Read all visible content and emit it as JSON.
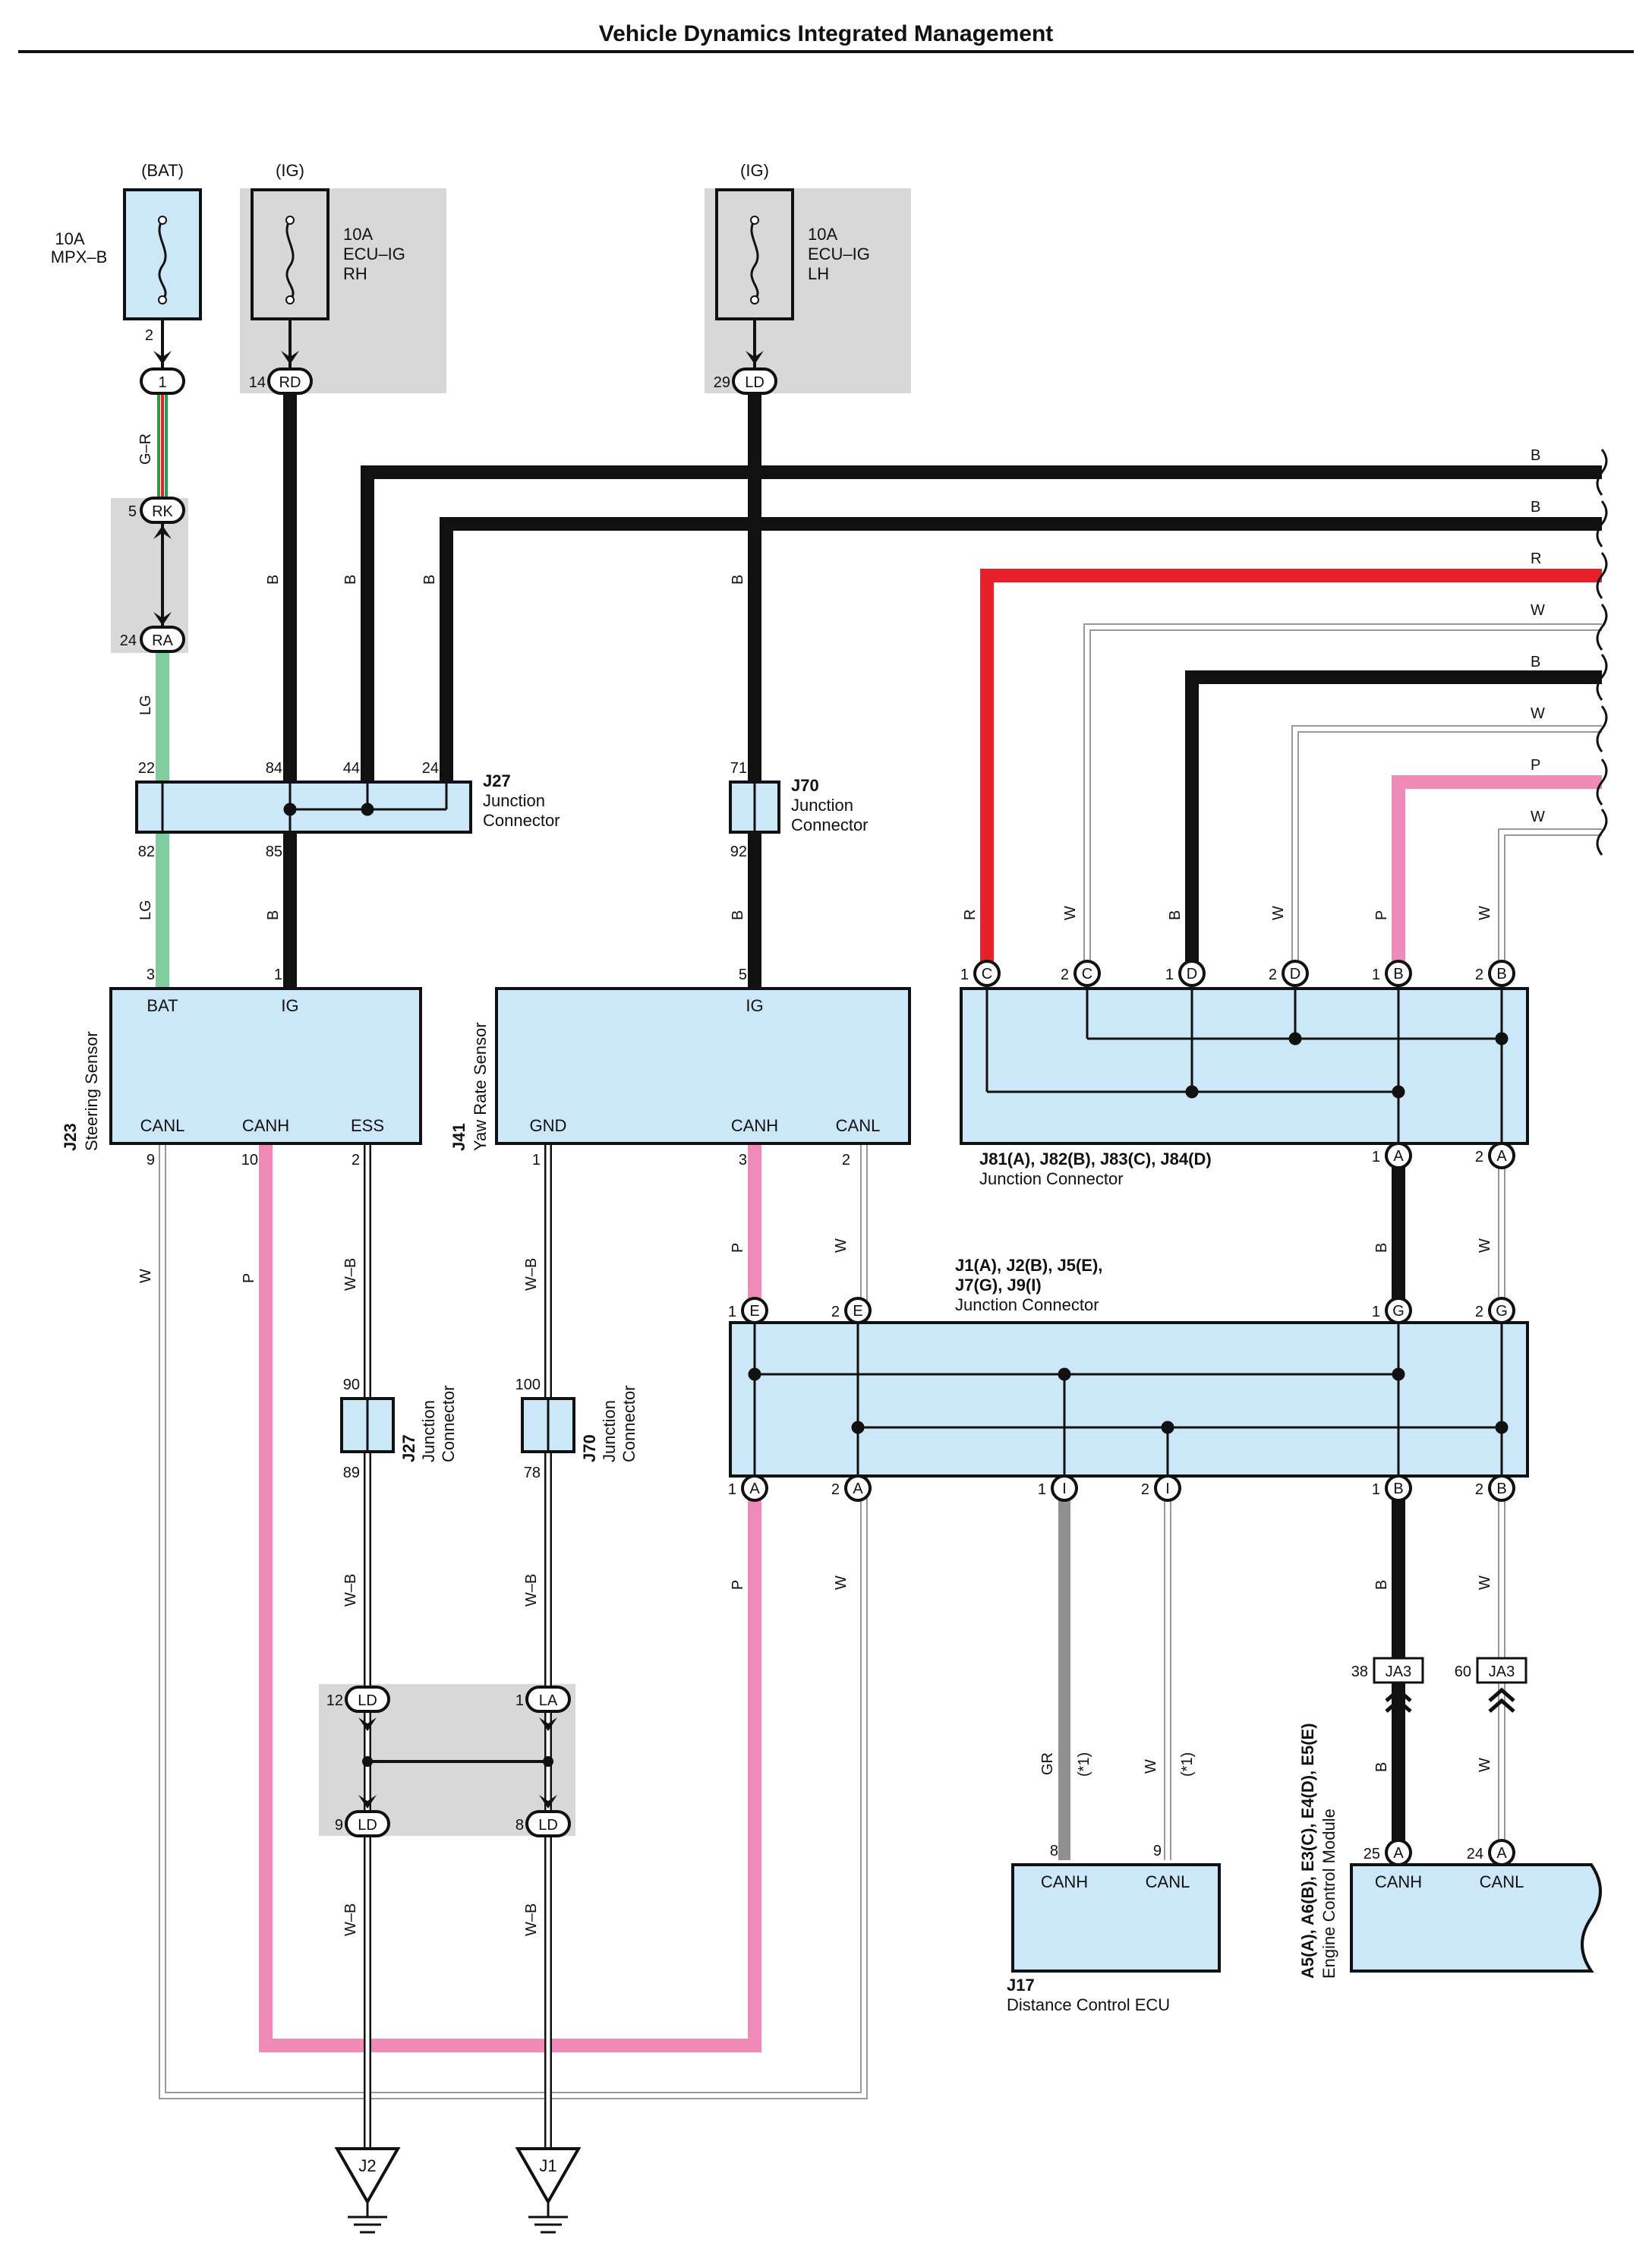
{
  "title": "Vehicle Dynamics Integrated Management",
  "fuses": {
    "bat_source": "(BAT)",
    "ig_source": "(IG)",
    "mpxb": [
      "10A",
      "MPX–B"
    ],
    "ecu_ig_rh": [
      "10A",
      "ECU–IG",
      "RH"
    ],
    "ecu_ig_lh": [
      "10A",
      "ECU–IG",
      "LH"
    ]
  },
  "connectors": {
    "pin_1": "1",
    "rk": "RK",
    "ra": "RA",
    "rd": "RD",
    "ld": "LD",
    "la": "LA",
    "ja3": "JA3",
    "letters": {
      "A": "A",
      "B": "B",
      "C": "C",
      "D": "D",
      "E": "E",
      "G": "G",
      "I": "I"
    }
  },
  "pins": {
    "p1": "1",
    "p2": "2",
    "p3": "3",
    "p5": "5",
    "p8": "8",
    "p9": "9",
    "p10": "10",
    "p12": "12",
    "p14": "14",
    "p22": "22",
    "p24": "24",
    "p25": "25",
    "p29": "29",
    "p38": "38",
    "p44": "44",
    "p60": "60",
    "p71": "71",
    "p78": "78",
    "p82": "82",
    "p84": "84",
    "p85": "85",
    "p89": "89",
    "p90": "90",
    "p92": "92",
    "p100": "100"
  },
  "wire_colors": {
    "B": "B",
    "W": "W",
    "R": "R",
    "P": "P",
    "LG": "LG",
    "G_R": "G–R",
    "W_B": "W–B",
    "GR": "GR",
    "note": "(*1)"
  },
  "components": {
    "j27": {
      "id": "J27",
      "name_line1": "Junction",
      "name_line2": "Connector"
    },
    "j70": {
      "id": "J70",
      "name_line1": "Junction",
      "name_line2": "Connector"
    },
    "j23": {
      "id": "J23",
      "name": "Steering Sensor",
      "t_bat": "BAT",
      "t_ig": "IG",
      "t_canl": "CANL",
      "t_canh": "CANH",
      "t_ess": "ESS"
    },
    "j41": {
      "id": "J41",
      "name": "Yaw Rate Sensor",
      "t_ig": "IG",
      "t_gnd": "GND",
      "t_canh": "CANH",
      "t_canl": "CANL"
    },
    "j81": {
      "id": "J81(A), J82(B), J83(C), J84(D)",
      "name": "Junction Connector"
    },
    "j1": {
      "id_line1": "J1(A), J2(B), J5(E),",
      "id_line2": "J7(G), J9(I)",
      "name": "Junction Connector"
    },
    "j17": {
      "id": "J17",
      "name": "Distance Control ECU",
      "t_canh": "CANH",
      "t_canl": "CANL"
    },
    "ecm": {
      "id": "A5(A), A6(B), E3(C), E4(D), E5(E)",
      "name": "Engine Control Module",
      "t_canh": "CANH",
      "t_canl": "CANL"
    }
  },
  "grounds": {
    "j2": "J2",
    "j1": "J1"
  },
  "colors": {
    "black": "#111111",
    "red": "#e8202a",
    "pink": "#f08ab8",
    "lightgreen": "#7fcf9e",
    "gray": "#909090",
    "boxfill": "#cce8f8",
    "shade": "#d8d8d8"
  }
}
